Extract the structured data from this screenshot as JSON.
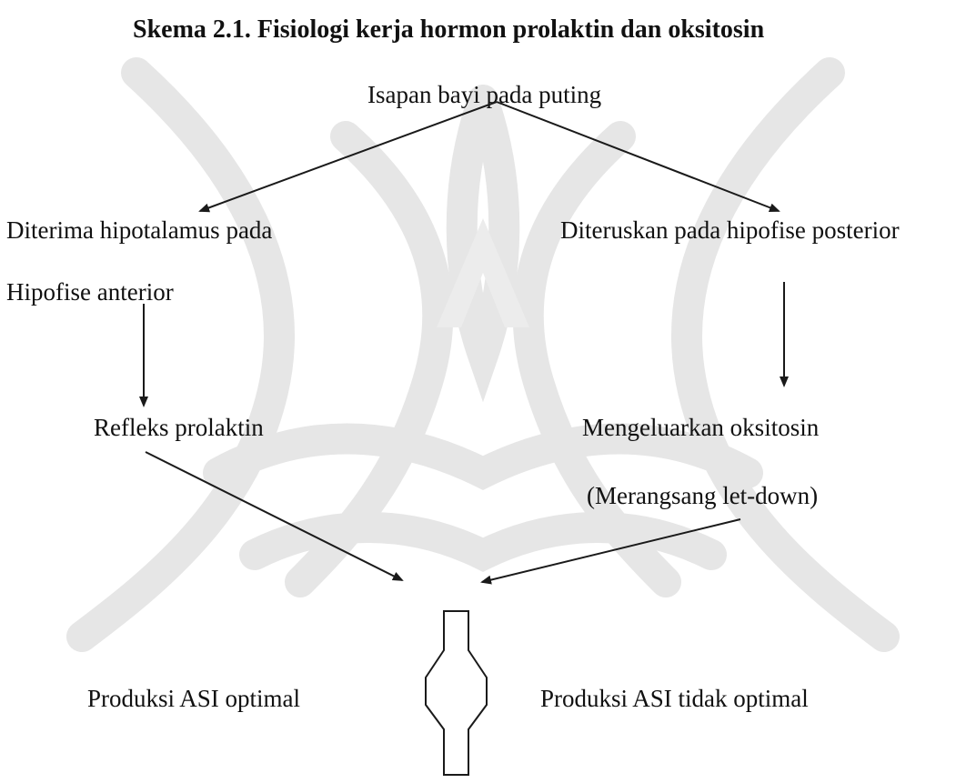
{
  "title": "Skema 2.1. Fisiologi kerja hormon prolaktin dan oksitosin",
  "nodes": {
    "top": "Isapan bayi pada puting",
    "left_1": "Diterima hipotalamus pada",
    "left_2": "Hipofise anterior",
    "right_1": "Diteruskan pada hipofise posterior",
    "left_3": "Refleks prolaktin",
    "right_3": "Mengeluarkan oksitosin",
    "right_4": "(Merangsang let-down)",
    "outcome_left": "Produksi ASI optimal",
    "outcome_right": "Produksi ASI tidak optimal"
  },
  "colors": {
    "text": "#111111",
    "line": "#1a1a1a",
    "watermark": "#e7e7e7"
  }
}
